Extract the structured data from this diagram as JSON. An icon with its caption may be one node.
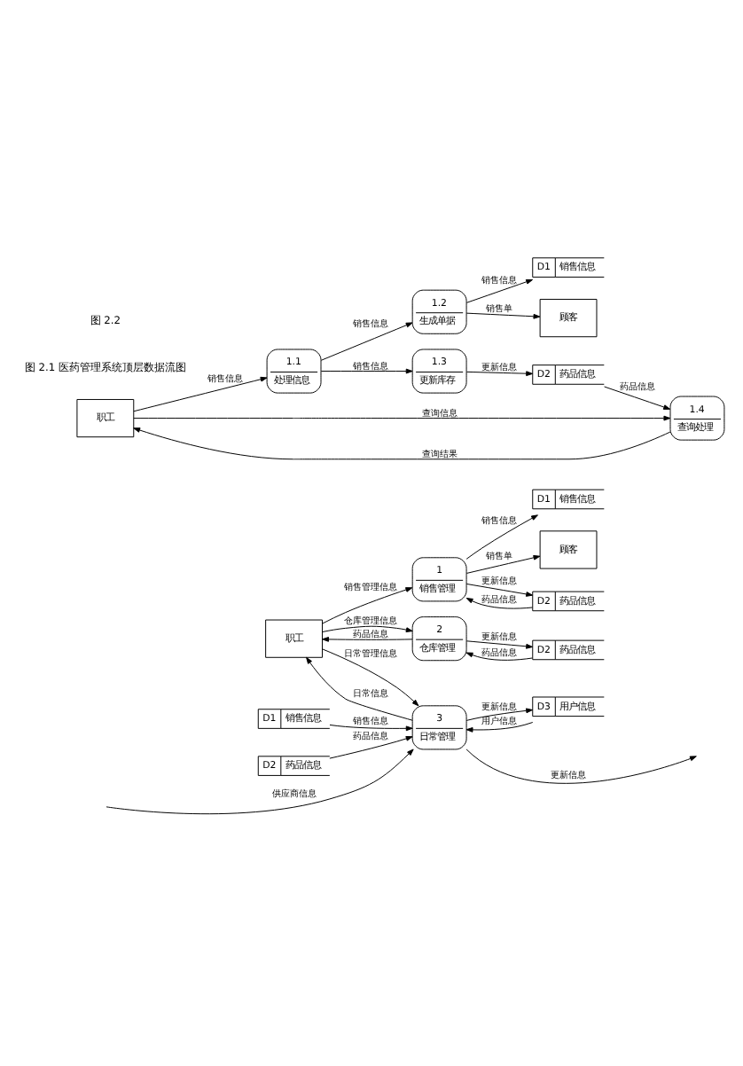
{
  "diagram": {
    "nodes": [
      {
        "text": [
          "职工"
        ]
      },
      {
        "text": [
          "1",
          "销售管理"
        ]
      },
      {
        "text": [
          "D1",
          "销售信息"
        ]
      },
      {
        "text": [
          "顾客"
        ]
      },
      {
        "text": [
          "D2",
          "药品信息"
        ]
      },
      {
        "text": [
          "2",
          "仓库管理"
        ]
      },
      {
        "text": [
          "D2",
          "药品信息"
        ]
      },
      {
        "text": [
          "3",
          "日常管理"
        ]
      },
      {
        "text": [
          "D1",
          "销售信息"
        ]
      },
      {
        "text": [
          "D2",
          "药品信息"
        ]
      },
      {
        "text": [
          "D3",
          "用户信息"
        ]
      },
      {
        "text": [
          "职工"
        ]
      },
      {
        "text": [
          "1.1",
          "处理信息"
        ]
      },
      {
        "text": [
          "1.2",
          "生成单据"
        ]
      },
      {
        "text": [
          "D1",
          "销售信息"
        ]
      },
      {
        "text": [
          "1.3",
          "更新库存"
        ]
      },
      {
        "text": [
          "顾客"
        ]
      },
      {
        "text": [
          "D2",
          "药品信息"
        ]
      },
      {
        "text": [
          "1.4",
          "查询处理"
        ]
      }
    ],
    "edges": [
      {
        "from": 0,
        "to": 1,
        "arrow": "to",
        "label": "销售管理信息"
      },
      {
        "from": 1,
        "to": 2,
        "arrow": "to",
        "label": "销售信息"
      },
      {
        "from": 1,
        "to": 3,
        "arrow": "to",
        "label": "销售单"
      },
      {
        "from": 1,
        "to": 4,
        "arrow": "to",
        "label": "更新信息"
      },
      {
        "from": 4,
        "to": 1,
        "arrow": "to",
        "label": "药品信息"
      },
      {
        "from": 0,
        "to": 5,
        "arrow": "to",
        "label": "仓库管理信息"
      },
      {
        "from": 5,
        "to": 0,
        "arrow": "to",
        "label": "药品信息"
      },
      {
        "from": 5,
        "to": 6,
        "arrow": "to",
        "label": "更新信息"
      },
      {
        "from": 6,
        "to": 5,
        "arrow": "to",
        "label": "药品信息"
      },
      {
        "from": 0,
        "to": 7,
        "arrow": "to",
        "label": "日常管理信息"
      },
      {
        "from": 7,
        "to": 0,
        "arrow": "to",
        "label": "日常信息"
      },
      {
        "from": 8,
        "to": 7,
        "arrow": "to",
        "label": "销售信息"
      },
      {
        "from": 9,
        "to": 7,
        "arrow": "to",
        "label": "药品信息"
      },
      {
        "from": 10,
        "to": 7,
        "arrow": "to",
        "label": "用户信息"
      },
      {
        "from": 7,
        "to": 10,
        "arrow": "to",
        "label": "更新信息"
      },
      {
        "from": null,
        "to": 7,
        "arrow": "to",
        "label": "供应商信息"
      },
      {
        "from": 7,
        "to": null,
        "arrow": "to",
        "label": "更新信息"
      },
      {
        "from": 11,
        "to": 12,
        "arrow": "to",
        "label": "销售信息"
      },
      {
        "from": 12,
        "to": 13,
        "arrow": "to",
        "label": "销售信息"
      },
      {
        "from": 12,
        "to": 15,
        "arrow": "to",
        "label": "销售信息"
      },
      {
        "from": 13,
        "to": 14,
        "arrow": "to",
        "label": "销售信息"
      },
      {
        "from": 13,
        "to": 16,
        "arrow": "to",
        "label": "销售单"
      },
      {
        "from": 15,
        "to": 17,
        "arrow": "to",
        "label": "更新信息"
      },
      {
        "from": 17,
        "to": 18,
        "arrow": "to",
        "label": "药品信息"
      },
      {
        "from": 11,
        "to": 18,
        "arrow": "to",
        "label": "查询信息"
      },
      {
        "from": 18,
        "to": 11,
        "arrow": "to",
        "label": "查询结果"
      }
    ],
    "labels": [
      "图 2.1 医药管理系统顶层数据流图",
      "图 2.2"
    ]
  }
}
